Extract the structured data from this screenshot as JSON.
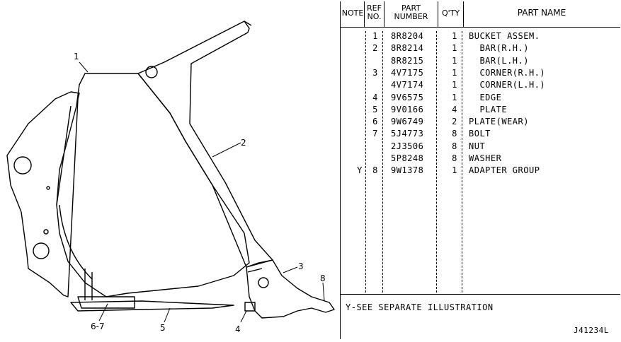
{
  "callouts": {
    "c1": "1",
    "c2": "2",
    "c3": "3",
    "c4": "4",
    "c5": "5",
    "c67": "6-7",
    "c8": "8"
  },
  "table": {
    "headers": {
      "note": "NOTE",
      "ref_no": [
        "REF",
        "NO."
      ],
      "part_number": [
        "PART",
        "NUMBER"
      ],
      "qty": "Q'TY",
      "part_name": "PART NAME"
    },
    "rows": [
      {
        "note": "",
        "ref": "1",
        "part": "8R8204",
        "qty": "1",
        "name": "BUCKET ASSEM."
      },
      {
        "note": "",
        "ref": "2",
        "part": "8R8214",
        "qty": "1",
        "name": "  BAR(R.H.)"
      },
      {
        "note": "",
        "ref": "",
        "part": "8R8215",
        "qty": "1",
        "name": "  BAR(L.H.)"
      },
      {
        "note": "",
        "ref": "3",
        "part": "4V7175",
        "qty": "1",
        "name": "  CORNER(R.H.)"
      },
      {
        "note": "",
        "ref": "",
        "part": "4V7174",
        "qty": "1",
        "name": "  CORNER(L.H.)"
      },
      {
        "note": "",
        "ref": "4",
        "part": "9V6575",
        "qty": "1",
        "name": "  EDGE"
      },
      {
        "note": "",
        "ref": "5",
        "part": "9V0166",
        "qty": "4",
        "name": "  PLATE"
      },
      {
        "note": "",
        "ref": "6",
        "part": "9W6749",
        "qty": "2",
        "name": "PLATE(WEAR)"
      },
      {
        "note": "",
        "ref": "7",
        "part": "5J4773",
        "qty": "8",
        "name": "BOLT"
      },
      {
        "note": "",
        "ref": "",
        "part": "2J3506",
        "qty": "8",
        "name": "NUT"
      },
      {
        "note": "",
        "ref": "",
        "part": "5P8248",
        "qty": "8",
        "name": "WASHER"
      },
      {
        "note": "Y",
        "ref": "8",
        "part": "9W1378",
        "qty": "1",
        "name": "ADAPTER GROUP"
      }
    ]
  },
  "footnote": "Y-SEE SEPARATE ILLUSTRATION",
  "illustration_id": "J41234L"
}
